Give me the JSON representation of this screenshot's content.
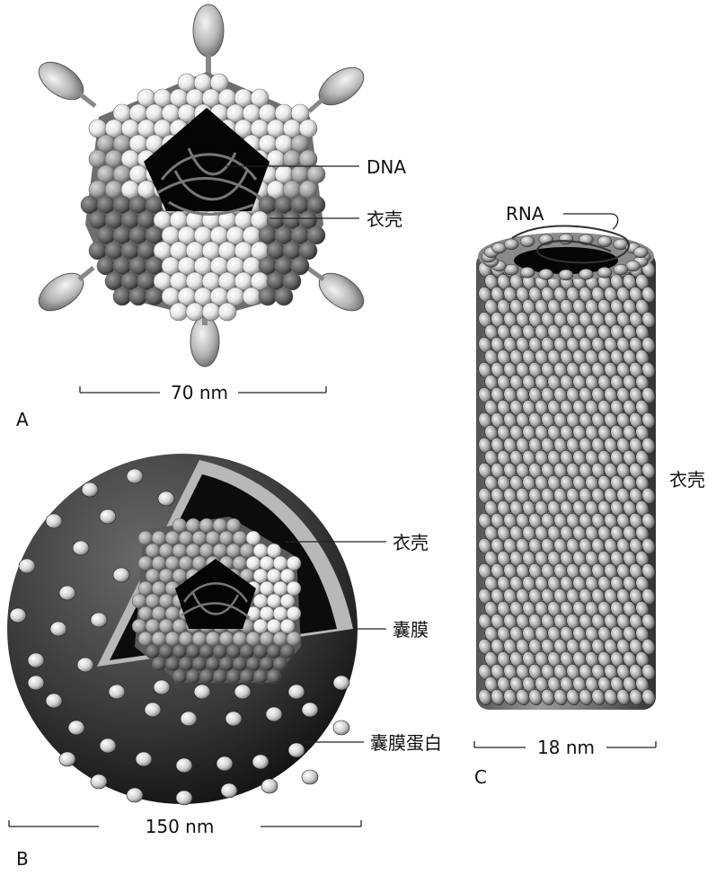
{
  "panels": {
    "a": {
      "letter": "A",
      "labels": {
        "dna": "DNA",
        "capsid": "衣壳"
      },
      "scale": "70 nm"
    },
    "b": {
      "letter": "B",
      "labels": {
        "capsid": "衣壳",
        "envelope": "囊膜",
        "envelope_protein": "囊膜蛋白"
      },
      "scale": "150 nm"
    },
    "c": {
      "letter": "C",
      "labels": {
        "rna": "RNA",
        "capsid": "衣壳"
      },
      "scale": "18 nm"
    }
  }
}
